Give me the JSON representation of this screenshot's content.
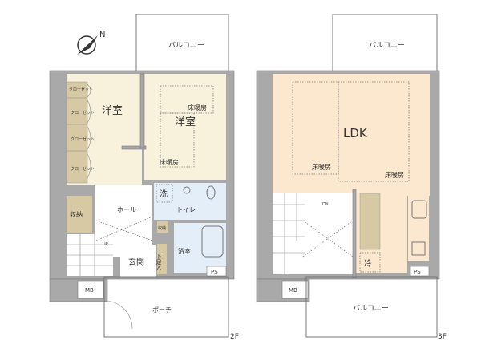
{
  "compass": {
    "north_label": "N"
  },
  "floor_2f": {
    "floor_label": "2F",
    "balcony": "バルコニー",
    "western_room_1": "洋室",
    "western_room_2": "洋室",
    "closet_top": "クローゼット",
    "closets": [
      "クローゼット",
      "クローゼット",
      "クローゼット"
    ],
    "floor_heating_1": "床暖房",
    "floor_heating_2": "床暖房",
    "hall": "ホール",
    "storage_1": "収納",
    "storage_2": "収納",
    "washroom": "洗",
    "toilet": "トイレ",
    "bathroom": "浴室",
    "entrance": "玄関",
    "shoe_cabinet": "下足入",
    "ps": "PS",
    "mb": "MB",
    "porch": "ポーチ",
    "stairs_up": "UP"
  },
  "floor_3f": {
    "floor_label": "3F",
    "balcony_top": "バルコニー",
    "balcony_bottom": "バルコニー",
    "ldk": "LDK",
    "floor_heating_1": "床暖房",
    "floor_heating_2": "床暖房",
    "refrigerator": "冷",
    "stairs_down": "DN",
    "ps": "PS",
    "mb": "MB"
  },
  "colors": {
    "western_room": "#f8f2dc",
    "ldk": "#fbe8cf",
    "wet_area": "#e3eef8",
    "storage": "#d6c9a4",
    "wall": "#a9a9a9"
  }
}
